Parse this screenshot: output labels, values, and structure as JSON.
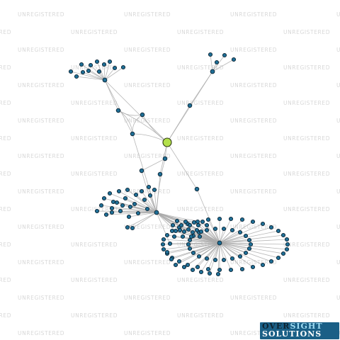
{
  "watermark": {
    "text": "UNREGISTERED",
    "color": "#d8d8d8"
  },
  "graph": {
    "edge_color": "#aaaaaa",
    "node_color": "#1f6f96",
    "focus_node_color": "#b3e04a"
  },
  "logo": {
    "word1_part1": "OVER",
    "word1_part2": "SIGHT",
    "word2": "SOLUTIONS"
  }
}
